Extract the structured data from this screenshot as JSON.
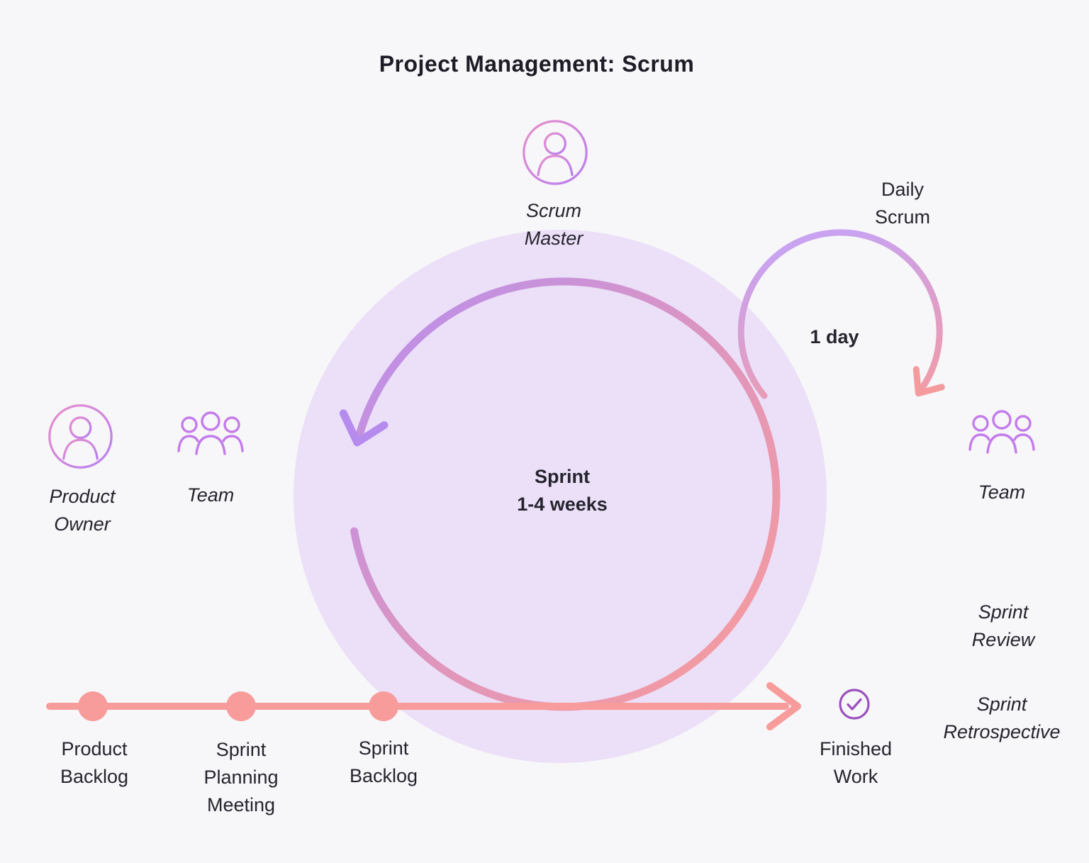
{
  "title": "Project Management: Scrum",
  "roles": {
    "scrum_master": "Scrum Master",
    "product_owner": "Product Owner",
    "team_left": "Team",
    "team_right": "Team"
  },
  "cycles": {
    "sprint": {
      "name": "Sprint",
      "duration": "1-4 weeks"
    },
    "daily_scrum": {
      "name": "Daily Scrum",
      "duration": "1 day"
    }
  },
  "ceremonies": {
    "sprint_review": "Sprint Review",
    "sprint_retrospective": "Sprint Retrospective"
  },
  "timeline": {
    "milestones": [
      {
        "label": "Product Backlog"
      },
      {
        "label": "Sprint Planning Meeting"
      },
      {
        "label": "Sprint Backlog"
      }
    ],
    "result": "Finished Work"
  },
  "colors": {
    "background": "#f7f6f8",
    "pink": "#f89b9b",
    "purple": "#c184ec",
    "lavender": "#ebe0f8",
    "check_purple": "#9b51bd",
    "text": "#26242e"
  }
}
